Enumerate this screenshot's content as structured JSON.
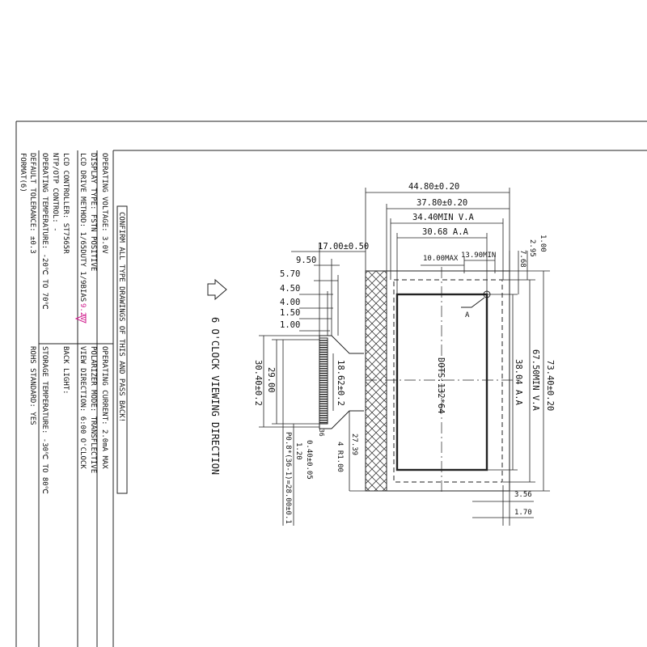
{
  "spec_left": [
    "FORMAT(6)",
    "DEFAULT TOLERANCE: ±0.3",
    "OPERATING TEMPERATURE: -20℃ TO 70℃",
    "NTP/OTP CONTROL: -",
    "LCD CONTROLLER: ST7565R",
    "LCD DRIVE METHOD: 1/65DUTY 1/9BIAS",
    "DISPLAY TYPE: FSTN POSITIVE",
    "OPERATING VOLTAGE: 3.0V"
  ],
  "spec_left_rev": "9.2V",
  "spec_right": [
    "ROHS STANDARD: YES",
    "STORAGE TEMPERATURE: -30℃ TO 80℃",
    "BACK LIGHT:",
    "VIEW DIRECTION: 6:00 O'CLOCK",
    "POLARIZER MODE: TRANSFLECTIVE",
    "OPERATING CURRENT: 2.0mA MAX"
  ],
  "confirm_text": "CONFIRM ALL TYPE DRAWINGS OF THIS AND PASS BACK!",
  "view_direction": "6 O'CLOCK VIEWING DIRECTION",
  "dots_label": "DOTS:132*64",
  "marker_a": "A",
  "dims": {
    "d4480": "44.80±0.20",
    "d3780": "37.80±0.20",
    "d3440": "34.40MIN V.A",
    "d3068": "30.68 A.A",
    "d1000": "10.00MAX",
    "d1390": "13.90MIN",
    "d7340": "73.40±0.20",
    "d6750": "67.50MIN V.A",
    "d3804": "38.04 A.A",
    "d100": "1.00",
    "d295": "2.95",
    "d768": "7.68",
    "d356": "3.56",
    "d170": "1.70",
    "d1700": "17.00±0.50",
    "d950": "9.50",
    "d570": "5.70",
    "d450": "4.50",
    "d400": "4.00",
    "d150": "1.50",
    "d100b": "1.00",
    "d3040": "30.40±0.2",
    "d2900": "29.00",
    "d1862": "18.62±0.2",
    "d2739": "27.39",
    "d4r": "4 R1.00",
    "d040": "0.40±0.05",
    "d120": "1.20",
    "dpitch": "P0.8*(36-1)=28.00±0.1",
    "pin36": "36"
  }
}
